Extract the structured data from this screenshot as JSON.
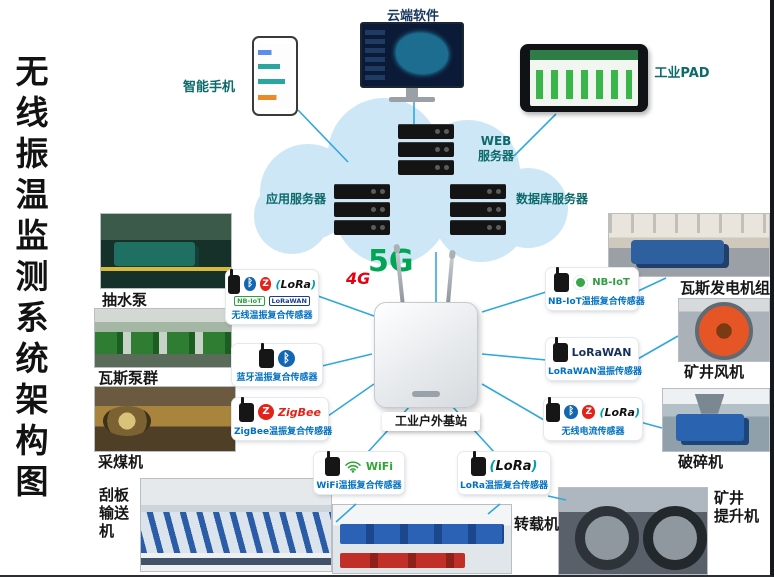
{
  "page": {
    "title": "无线振温监测系统架构图"
  },
  "top_devices": {
    "cloud_software_label": "云端软件",
    "smartphone_label": "智能手机",
    "pad_label": "工业PAD"
  },
  "cloud": {
    "web_server_label": "WEB\n服务器",
    "app_server_label": "应用服务器",
    "db_server_label": "数据库服务器"
  },
  "base_station": {
    "label": "工业户外基站",
    "logo_5g": "5G",
    "logo_4g": "4G"
  },
  "icons": {
    "bluetooth": "ᛒ",
    "zigbee_letter": "Z"
  },
  "logos": {
    "lora": "LoRa",
    "zigbee": "ZigBee",
    "wifi": "WiFi",
    "nbiot": "NB-IoT",
    "lorawan": "LoRaWAN"
  },
  "sensors": [
    {
      "label": "无线温振复合传感器"
    },
    {
      "label": "蓝牙温振复合传感器"
    },
    {
      "label": "ZigBee温振复合传感器"
    },
    {
      "label": "WiFi温振复合传感器"
    },
    {
      "label": "LoRa温振复合传感器"
    },
    {
      "label": "NB-IoT温振复合传感器"
    },
    {
      "label": "LoRaWAN温振传感器"
    },
    {
      "label": "无线电流传感器"
    }
  ],
  "equipment": {
    "left": [
      "抽水泵",
      "瓦斯泵群",
      "采煤机",
      "刮板输送机"
    ],
    "bottom": [
      "转载机"
    ],
    "right": [
      "瓦斯发电机组",
      "矿井风机",
      "破碎机",
      "矿井\n提升机"
    ]
  },
  "colors": {
    "line": "#2fa8dc",
    "sensor_label": "#0070c0",
    "teal_label": "#0d6a6a",
    "cloud_fill": "#cde7f6"
  }
}
